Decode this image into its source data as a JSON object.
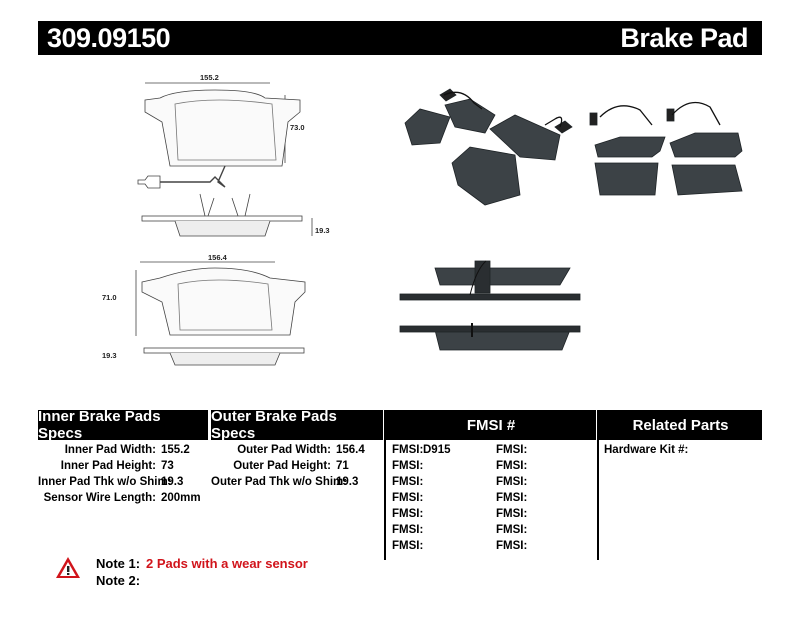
{
  "header": {
    "part_number": "309.09150",
    "title": "Brake Pad"
  },
  "drawing": {
    "inner_width": "155.2",
    "inner_height": "73.0",
    "inner_thickness": "19.3",
    "outer_width": "156.4",
    "outer_height": "71.0",
    "outer_thickness": "19.3"
  },
  "columns": {
    "inner": "Inner Brake Pads Specs",
    "outer": "Outer Brake Pads Specs",
    "fmsi": "FMSI #",
    "related": "Related Parts"
  },
  "inner_specs": [
    {
      "label": "Inner Pad Width:",
      "value": "155.2"
    },
    {
      "label": "Inner Pad Height:",
      "value": "73"
    },
    {
      "label": "Inner Pad Thk w/o Shim:",
      "value": "19.3"
    },
    {
      "label": "Sensor Wire Length:",
      "value": "200mm"
    }
  ],
  "outer_specs": [
    {
      "label": "Outer Pad Width:",
      "value": "156.4"
    },
    {
      "label": "Outer Pad Height:",
      "value": "71"
    },
    {
      "label": "Outer Pad Thk w/o Shim:",
      "value": "19.3"
    }
  ],
  "fmsi": {
    "label": "FMSI:",
    "left": [
      "D915",
      "",
      "",
      "",
      "",
      "",
      ""
    ],
    "right": [
      "",
      "",
      "",
      "",
      "",
      "",
      ""
    ]
  },
  "related": {
    "hardware_label": "Hardware Kit #:"
  },
  "notes": [
    {
      "label": "Note 1:",
      "text": "2 Pads with a wear sensor"
    },
    {
      "label": "Note 2:",
      "text": ""
    }
  ],
  "colors": {
    "accent_red": "#d1141b",
    "pad_dark": "#3c4246",
    "header_bg": "#000000"
  },
  "icons": {
    "warning": "warning-triangle-icon"
  }
}
